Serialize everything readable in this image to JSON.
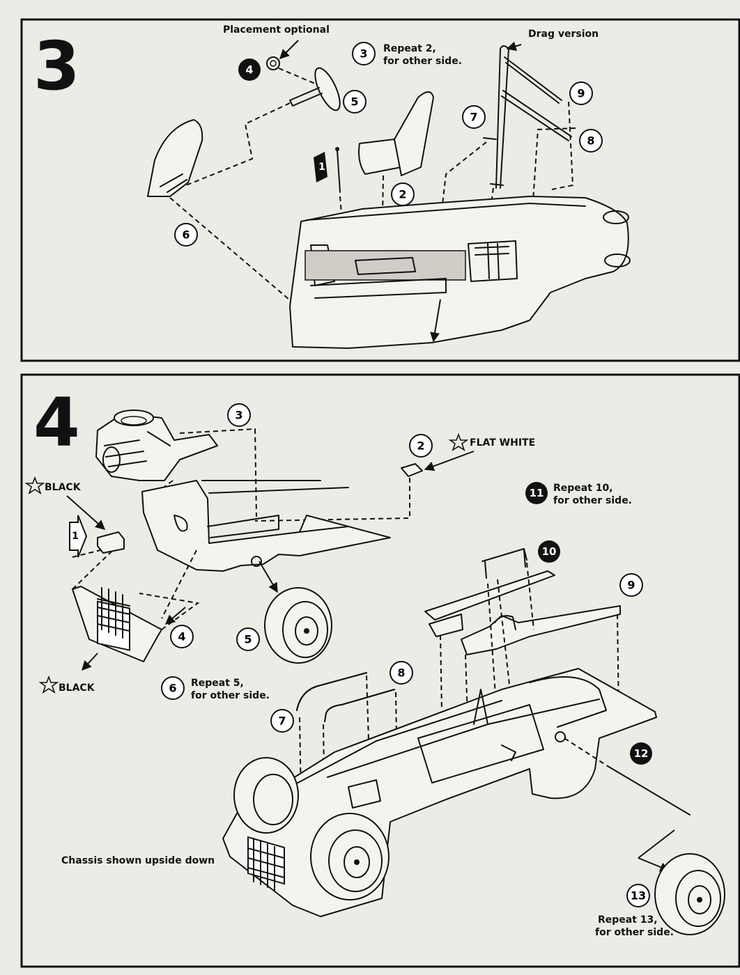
{
  "step3": {
    "number": "3",
    "placement_note": "Placement optional",
    "drag_note": "Drag version",
    "repeat_note": {
      "num": "3",
      "line1": "Repeat 2,",
      "line2": "for other side."
    },
    "callouts": {
      "c1": "1",
      "c2": "2",
      "c4": "4",
      "c5": "5",
      "c6": "6",
      "c7": "7",
      "c8": "8",
      "c9": "9"
    }
  },
  "step4": {
    "number": "4",
    "flat_white": "FLAT WHITE",
    "black_1": "BLACK",
    "black_2": "BLACK",
    "repeat_6": {
      "num": "6",
      "line1": "Repeat 5,",
      "line2": "for other side."
    },
    "repeat_11": {
      "num": "11",
      "line1": "Repeat 10,",
      "line2": "for other side."
    },
    "repeat_13": {
      "line1": "Repeat 13,",
      "line2": "for other side."
    },
    "chassis_note": "Chassis shown upside down",
    "callouts": {
      "c1": "1",
      "c2": "2",
      "c3": "3",
      "c4": "4",
      "c5": "5",
      "c7": "7",
      "c8": "8",
      "c9": "9",
      "c10": "10",
      "c12": "12",
      "c13": "13"
    }
  },
  "colors": {
    "ink": "#111111",
    "paper": "#ecebe6"
  },
  "icons": [
    "star-icon",
    "outline-arrow-icon",
    "filled-arrow-icon"
  ]
}
